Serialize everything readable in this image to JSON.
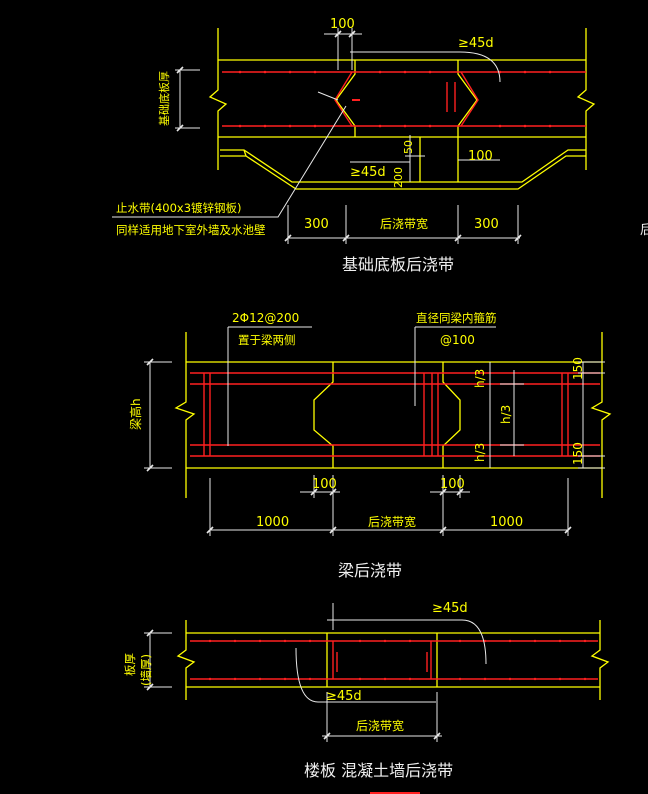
{
  "detail1": {
    "title": "基础底板后浇带",
    "dim_top_100": "100",
    "lap_top": "≥45d",
    "thickness_label": "基础底板厚",
    "dim_50": "50",
    "dim_100_right": "100",
    "lap_bottom": "≥45d",
    "dim_200": "200",
    "waterstop_line1": "止水带(400x3镀锌钢板)",
    "waterstop_line2": "同样适用地下室外墙及水池壁",
    "dim_left_300": "300",
    "band_width": "后浇带宽",
    "dim_right_300": "300",
    "edge_char": "后"
  },
  "detail2": {
    "title": "梁后浇带",
    "bar_spec_line1": "2Φ12@200",
    "bar_spec_line2": "置于梁两侧",
    "stirrup_line1": "直径同梁内箍筋",
    "stirrup_line2": "@100",
    "beam_height": "梁高h",
    "h3_top": "h/3",
    "h3_mid": "h/3",
    "h3_bot": "h/3",
    "dim_150_top": "150",
    "dim_150_bot": "150",
    "dim_100_left": "100",
    "dim_100_right": "100",
    "dim_left_1000": "1000",
    "band_width": "后浇带宽",
    "dim_right_1000": "1000"
  },
  "detail3": {
    "title": "楼板  混凝土墙后浇带",
    "lap_top": "≥45d",
    "thickness_line1": "板厚",
    "thickness_line2": "(墙厚)",
    "lap_bottom": "≥45d",
    "band_width": "后浇带宽"
  },
  "colors": {
    "background": "#000000",
    "concrete_outline": "#ffff00",
    "rebar": "#ff2020",
    "dimension": "#e8e8e8",
    "text": "#ffff00"
  }
}
